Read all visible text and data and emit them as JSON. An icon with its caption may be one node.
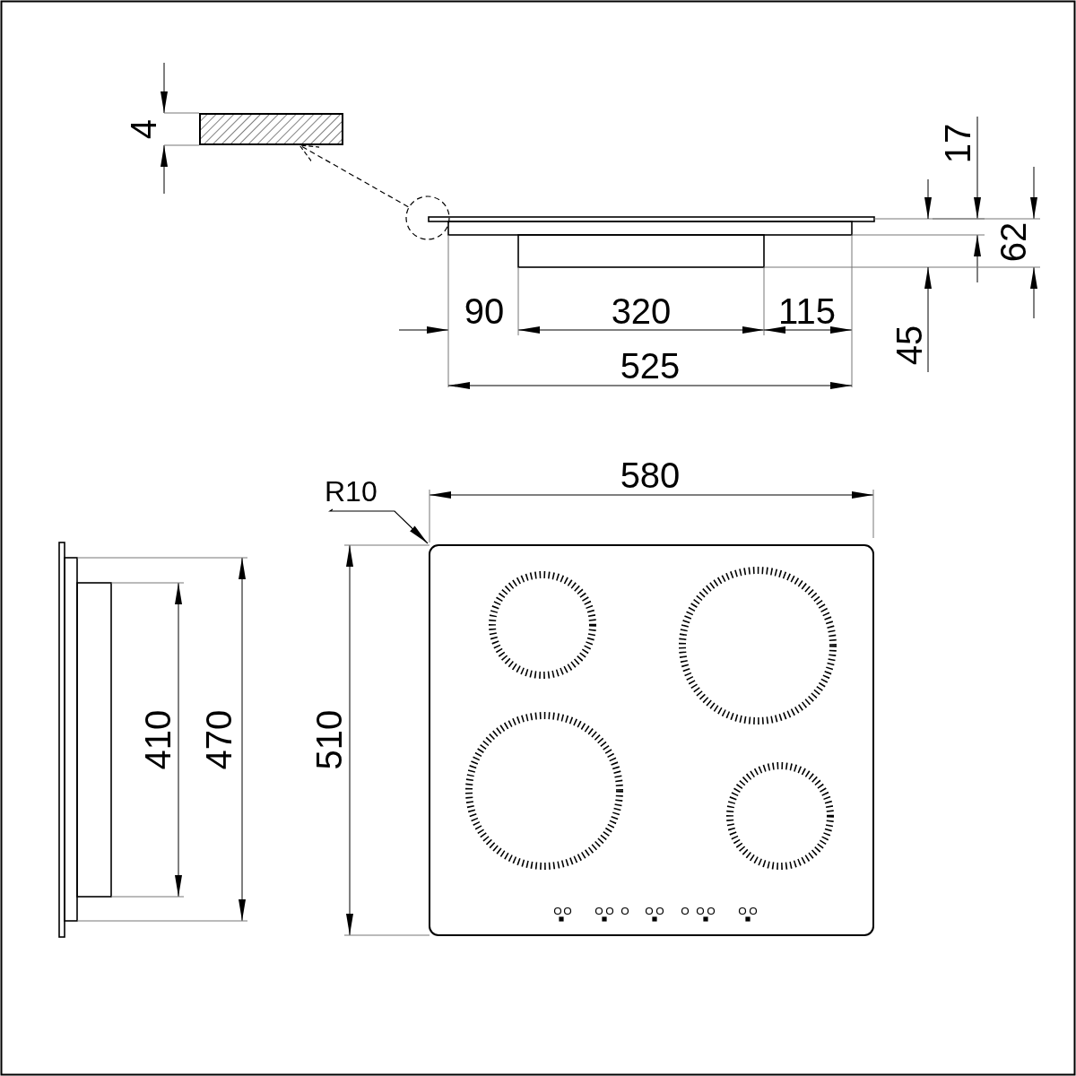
{
  "diagram": {
    "nodes": [
      {
        "text": [],
        "shape": "box"
      },
      {
        "text": [],
        "shape": "circle"
      },
      {
        "text": [
          "R10"
        ]
      }
    ],
    "edges": [
      {
        "from": 1,
        "to": 0,
        "arrow": "to",
        "style": "dashed"
      },
      {
        "from": 2,
        "to": null,
        "arrow": "to"
      }
    ],
    "labels": [
      "4",
      "17",
      "62",
      "90",
      "320",
      "115",
      "45",
      "525",
      "580",
      "410",
      "470",
      "510"
    ]
  }
}
